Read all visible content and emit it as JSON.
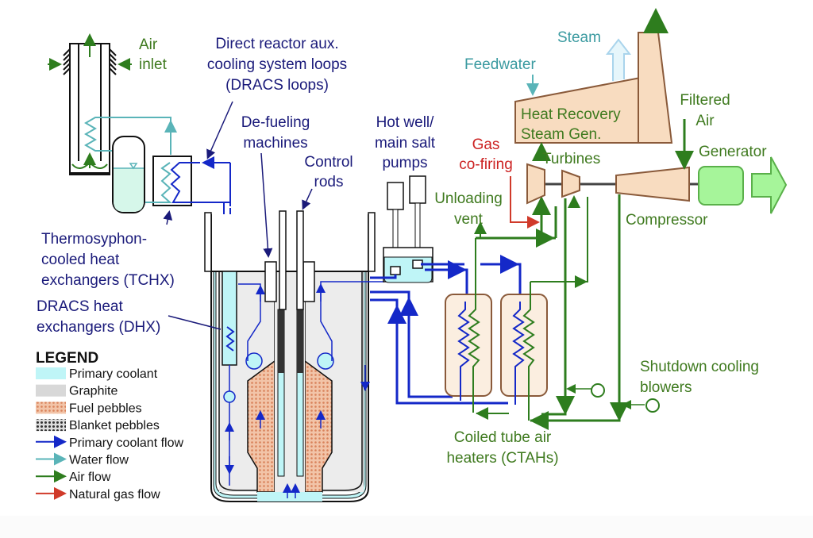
{
  "title": "Fluoride-salt-cooled High-temperature Reactor with air Brayton combined cycle",
  "colors": {
    "primary_coolant": "#bff5f7",
    "graphite": "#d8d8d8",
    "fuel_pebbles": "#e6a98a",
    "blanket_pebbles": "#888888",
    "primary_flow": "#1428c8",
    "water_flow": "#5ab4b8",
    "air_flow": "#2e7d1e",
    "gas_flow": "#d03a2a",
    "hrsg_fill": "#f8dcc0",
    "generator_fill": "#a6f59a",
    "ctah_fill": "#fbeee0"
  },
  "labels": {
    "air_inlet": [
      "Air",
      "inlet"
    ],
    "dracs_loops": [
      "Direct reactor aux.",
      "cooling system loops",
      "(DRACS loops)"
    ],
    "defueling": [
      "De-fueling",
      "machines"
    ],
    "control_rods": [
      "Control",
      "rods"
    ],
    "hot_well": [
      "Hot well/",
      "main salt",
      "pumps"
    ],
    "tchx": [
      "Thermosyphon-",
      "cooled heat",
      "exchangers (TCHX)"
    ],
    "dhx": [
      "DRACS heat",
      "exchangers (DHX)"
    ],
    "steam": "Steam",
    "feedwater": "Feedwater",
    "hrsg": [
      "Heat Recovery",
      "Steam Gen."
    ],
    "filtered_air": [
      "Filtered",
      "Air"
    ],
    "gas_cofiring": [
      "Gas",
      "co-firing"
    ],
    "turbines": "Turbines",
    "generator": "Generator",
    "unloading_vent": [
      "Unloading",
      "vent"
    ],
    "compressor": "Compressor",
    "shutdown_blowers": [
      "Shutdown cooling",
      "blowers"
    ],
    "ctah": [
      "Coiled tube air",
      "heaters (CTAHs)"
    ]
  },
  "legend": {
    "title": "LEGEND",
    "items": [
      {
        "label": "Primary coolant",
        "kind": "swatch",
        "color_key": "primary_coolant"
      },
      {
        "label": "Graphite",
        "kind": "swatch",
        "color_key": "graphite"
      },
      {
        "label": "Fuel pebbles",
        "kind": "swatch",
        "color_key": "fuel_pebbles"
      },
      {
        "label": "Blanket pebbles",
        "kind": "swatch",
        "color_key": "blanket_pebbles"
      },
      {
        "label": "Primary coolant flow",
        "kind": "arrow",
        "color_key": "primary_flow"
      },
      {
        "label": "Water flow",
        "kind": "arrow",
        "color_key": "water_flow"
      },
      {
        "label": "Air flow",
        "kind": "arrow",
        "color_key": "air_flow"
      },
      {
        "label": "Natural gas flow",
        "kind": "arrow",
        "color_key": "gas_flow"
      }
    ]
  }
}
